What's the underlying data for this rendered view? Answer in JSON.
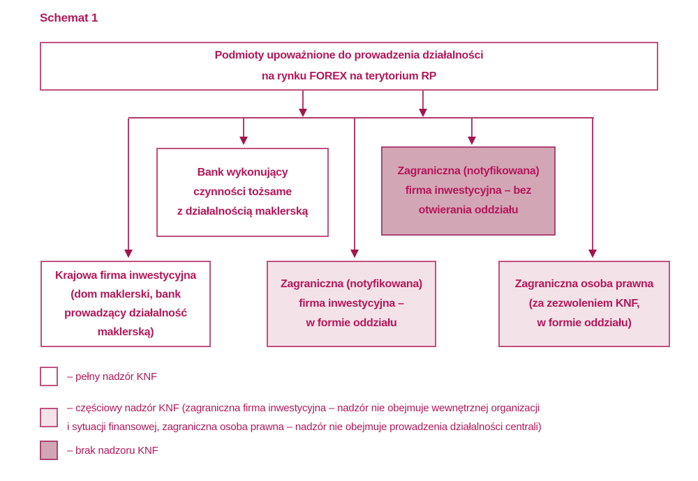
{
  "title": "Schemat 1",
  "nodes": {
    "root": {
      "label": "Podmioty upoważnione do prowadzenia działalności\nna rynku FOREX na terytorium RP",
      "supervision": "full"
    },
    "bank": {
      "label": "Bank wykonujący\nczynności tożsame\nz działalnością maklerską",
      "supervision": "full"
    },
    "foreign_no_branch": {
      "label": "Zagraniczna (notyfikowana)\nfirma inwestycyjna – bez\notwierania oddziału",
      "supervision": "none"
    },
    "domestic": {
      "label": "Krajowa firma inwestycyjna\n(dom maklerski, bank\nprowadzący działalność\nmaklerską)",
      "supervision": "full"
    },
    "foreign_branch": {
      "label": "Zagraniczna (notyfikowana)\nfirma inwestycyjna –\nw formie oddziału",
      "supervision": "partial"
    },
    "foreign_legal": {
      "label": "Zagraniczna osoba prawna\n(za zezwoleniem KNF,\nw formie oddziału)",
      "supervision": "partial"
    }
  },
  "legend": {
    "items": [
      {
        "swatch": "full",
        "label": "– pełny nadzór KNF"
      },
      {
        "swatch": "partial",
        "label": "– częściowy nadzór KNF (zagraniczna firma inwestycyjna – nadzór nie obejmuje wewnętrznej organizacji\ni sytuacji finansowej, zagraniczna osoba prawna – nadzór nie obejmuje prowadzenia działalności centrali)"
      },
      {
        "swatch": "none",
        "label": "– brak nadzoru KNF"
      }
    ]
  },
  "colors": {
    "text": "#b3185a",
    "border": "#bf5180",
    "border_dark": "#a84672",
    "line": "#b23a6e",
    "arrow": "#a2164e",
    "fill_full": "#ffffff",
    "fill_partial": "#f4e2e9",
    "fill_none": "#d3a6b5"
  }
}
